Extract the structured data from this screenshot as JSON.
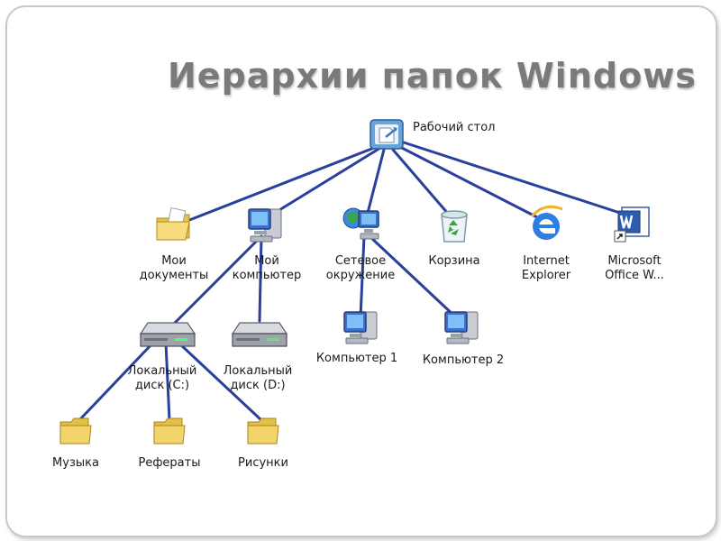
{
  "slide": {
    "title": "Иерархии папок Windows"
  },
  "nodes": {
    "desktop": {
      "label": "Рабочий стол",
      "icon": "desktop-icon"
    },
    "my_documents": {
      "label_lines": [
        "Мои",
        "документы"
      ],
      "icon": "documents-folder-icon"
    },
    "my_computer": {
      "label_lines": [
        "Мой",
        "компьютер"
      ],
      "icon": "computer-icon"
    },
    "network": {
      "label_lines": [
        "Сетевое",
        "окружение"
      ],
      "icon": "network-icon"
    },
    "recycle_bin": {
      "label_lines": [
        "Корзина"
      ],
      "icon": "recycle-bin-icon"
    },
    "internet_explorer": {
      "label_lines": [
        "Internet",
        "Explorer"
      ],
      "icon": "internet-explorer-icon"
    },
    "office_word": {
      "label_lines": [
        "Microsoft",
        "Office W..."
      ],
      "icon": "word-shortcut-icon"
    },
    "disk_c": {
      "label_lines": [
        "Локальный",
        "диск (C:)"
      ],
      "icon": "hard-drive-icon"
    },
    "disk_d": {
      "label_lines": [
        "Локальный",
        "диск (D:)"
      ],
      "icon": "hard-drive-icon"
    },
    "computer1": {
      "label_lines": [
        "Компьютер 1"
      ],
      "icon": "computer-icon"
    },
    "computer2": {
      "label_lines": [
        "Компьютер 2"
      ],
      "icon": "computer-icon"
    },
    "music": {
      "label_lines": [
        "Музыка"
      ],
      "icon": "folder-icon"
    },
    "essays": {
      "label_lines": [
        "Рефераты"
      ],
      "icon": "folder-icon"
    },
    "pictures": {
      "label_lines": [
        "Рисунки"
      ],
      "icon": "folder-icon"
    }
  },
  "colors": {
    "connector": "#2b3f9c",
    "title": "#7a7a7a",
    "folder": "#f3d46a"
  }
}
